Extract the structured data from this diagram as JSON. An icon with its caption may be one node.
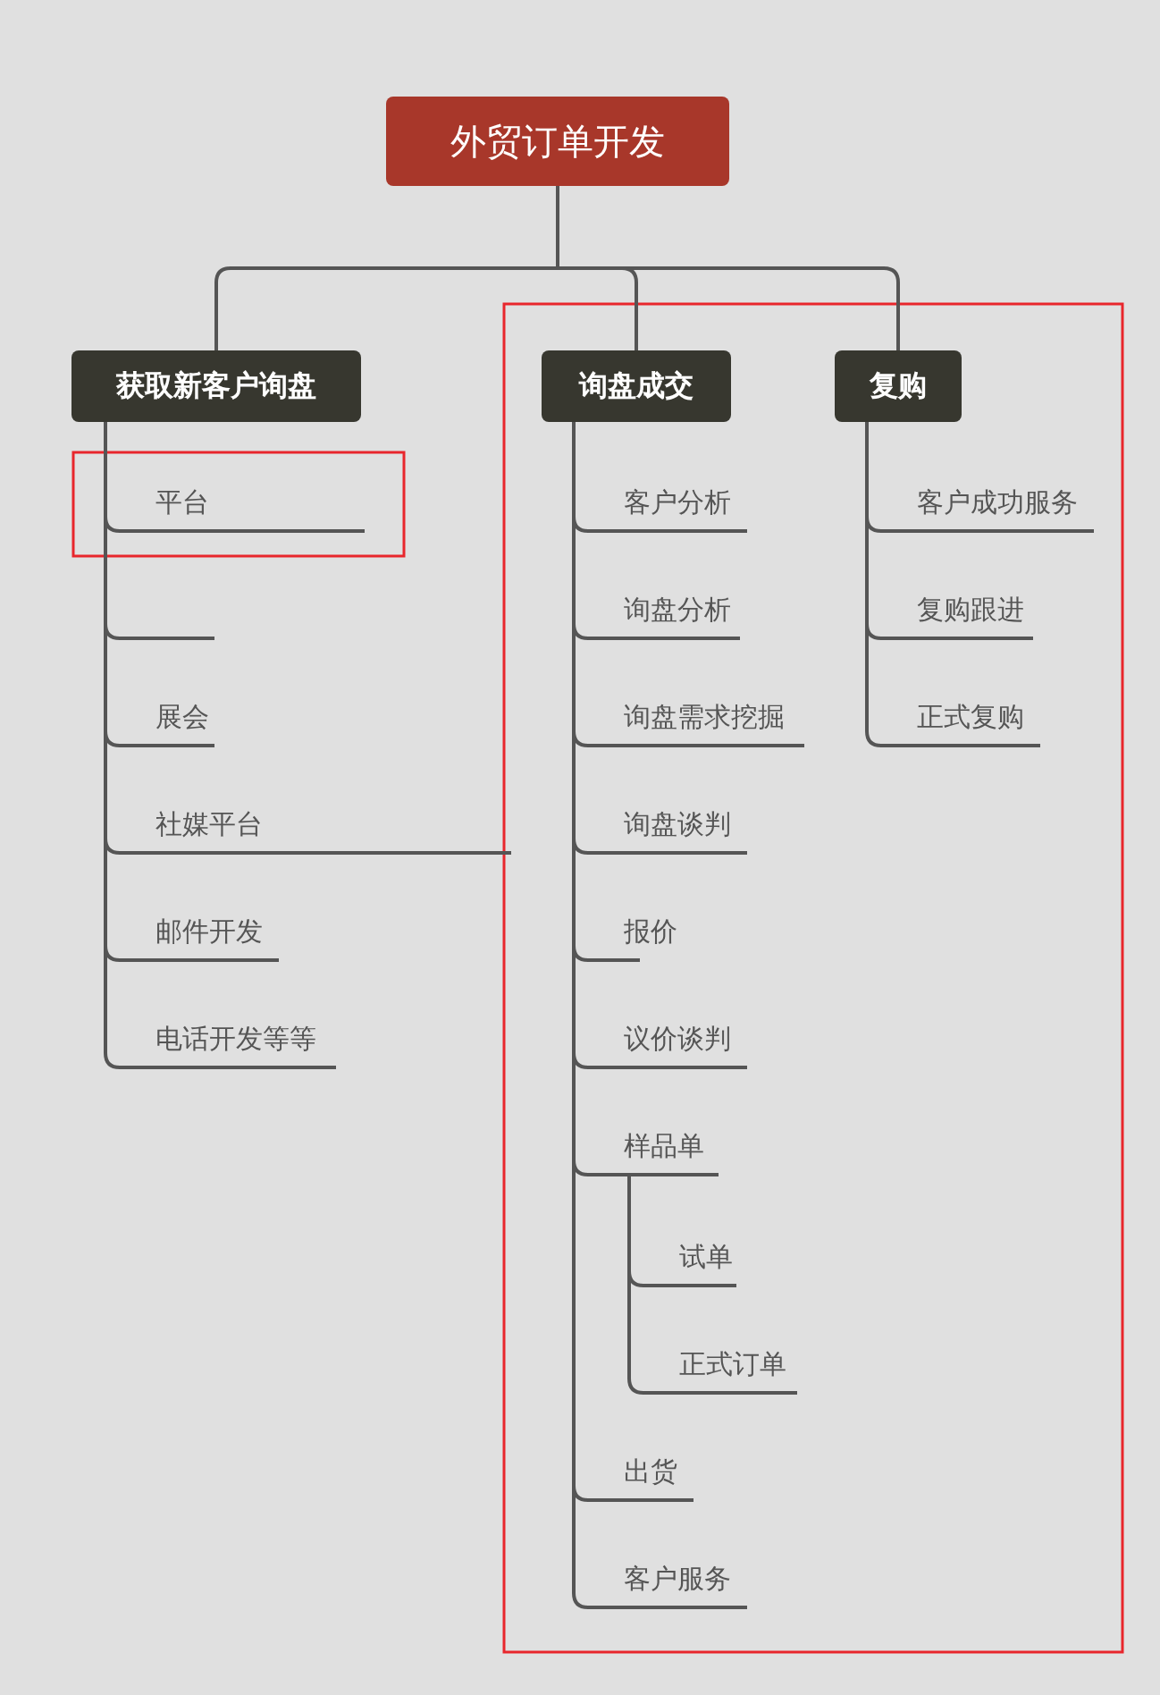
{
  "diagram": {
    "nodes": [
      {
        "text": [
          "外贸订单开发"
        ]
      },
      {
        "text": [
          "获取新客户询盘"
        ]
      },
      {
        "text": [
          "询盘成交"
        ]
      },
      {
        "text": [
          "复购"
        ]
      },
      {
        "text": [
          "平台"
        ]
      },
      {
        "text": [],
        "shape": "bar"
      },
      {
        "text": [
          "展会"
        ]
      },
      {
        "text": [
          "社媒平台"
        ]
      },
      {
        "text": [
          "邮件开发"
        ]
      },
      {
        "text": [
          "电话开发等等"
        ]
      },
      {
        "text": [
          "客户分析"
        ]
      },
      {
        "text": [
          "询盘分析"
        ]
      },
      {
        "text": [
          "询盘需求挖掘"
        ]
      },
      {
        "text": [
          "询盘谈判"
        ]
      },
      {
        "text": [
          "报价"
        ]
      },
      {
        "text": [
          "议价谈判"
        ]
      },
      {
        "text": [
          "样品单"
        ]
      },
      {
        "text": [
          "试单"
        ]
      },
      {
        "text": [
          "正式订单"
        ]
      },
      {
        "text": [
          "出货"
        ]
      },
      {
        "text": [
          "客户服务"
        ]
      },
      {
        "text": [
          "客户成功服务"
        ]
      },
      {
        "text": [
          "复购跟进"
        ]
      },
      {
        "text": [
          "正式复购"
        ]
      }
    ],
    "edges": [
      {
        "from": 0,
        "to": 1,
        "arrow": "none"
      },
      {
        "from": 0,
        "to": 2,
        "arrow": "none"
      },
      {
        "from": 0,
        "to": 3,
        "arrow": "none"
      },
      {
        "from": 1,
        "to": 4,
        "arrow": "none"
      },
      {
        "from": 1,
        "to": 5,
        "arrow": "none"
      },
      {
        "from": 1,
        "to": 6,
        "arrow": "none"
      },
      {
        "from": 1,
        "to": 7,
        "arrow": "none"
      },
      {
        "from": 1,
        "to": 8,
        "arrow": "none"
      },
      {
        "from": 1,
        "to": 9,
        "arrow": "none"
      },
      {
        "from": 2,
        "to": 10,
        "arrow": "none"
      },
      {
        "from": 2,
        "to": 11,
        "arrow": "none"
      },
      {
        "from": 2,
        "to": 12,
        "arrow": "none"
      },
      {
        "from": 2,
        "to": 13,
        "arrow": "none"
      },
      {
        "from": 2,
        "to": 14,
        "arrow": "none"
      },
      {
        "from": 2,
        "to": 15,
        "arrow": "none"
      },
      {
        "from": 2,
        "to": 16,
        "arrow": "none"
      },
      {
        "from": 16,
        "to": 17,
        "arrow": "none"
      },
      {
        "from": 16,
        "to": 18,
        "arrow": "none"
      },
      {
        "from": 2,
        "to": 19,
        "arrow": "none"
      },
      {
        "from": 2,
        "to": 20,
        "arrow": "none"
      },
      {
        "from": 3,
        "to": 21,
        "arrow": "none"
      },
      {
        "from": 3,
        "to": 22,
        "arrow": "none"
      },
      {
        "from": 3,
        "to": 23,
        "arrow": "none"
      }
    ]
  }
}
